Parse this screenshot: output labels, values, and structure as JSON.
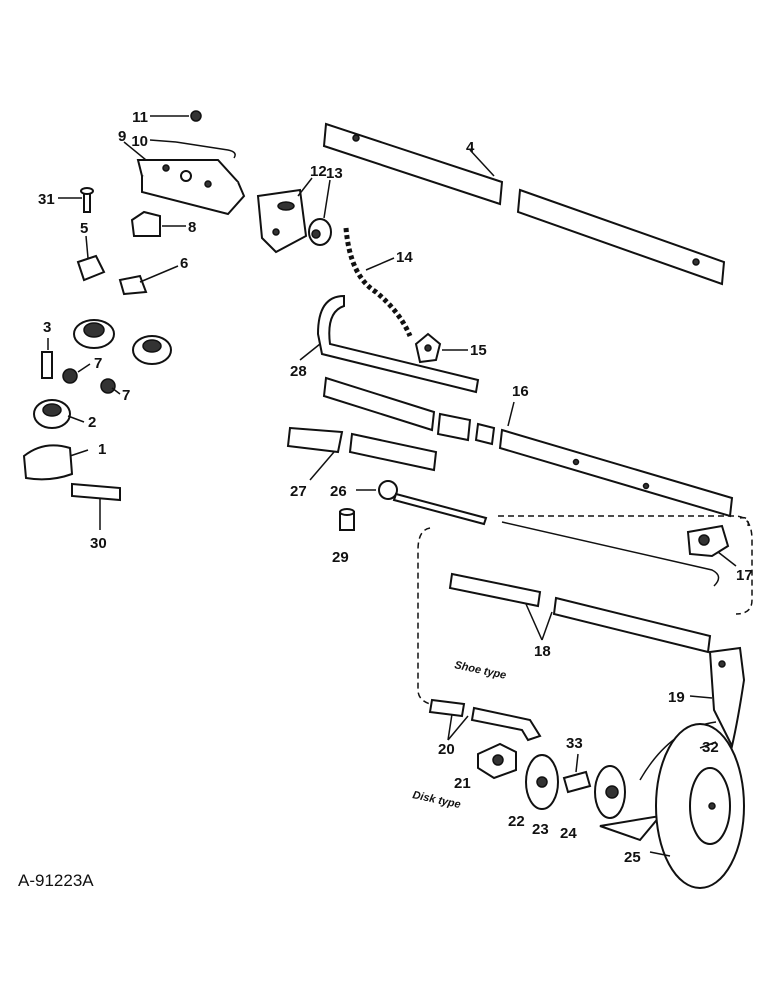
{
  "drawing_code": "A-91223A",
  "annotations": {
    "shoe_type": "Shoe type",
    "disk_type": "Disk type"
  },
  "callouts": [
    "1",
    "2",
    "3",
    "4",
    "5",
    "6",
    "7",
    "7",
    "8",
    "9",
    "10",
    "11",
    "12",
    "13",
    "14",
    "15",
    "16",
    "17",
    "18",
    "19",
    "20",
    "21",
    "22",
    "23",
    "24",
    "25",
    "26",
    "27",
    "28",
    "29",
    "30",
    "31",
    "32",
    "33"
  ]
}
